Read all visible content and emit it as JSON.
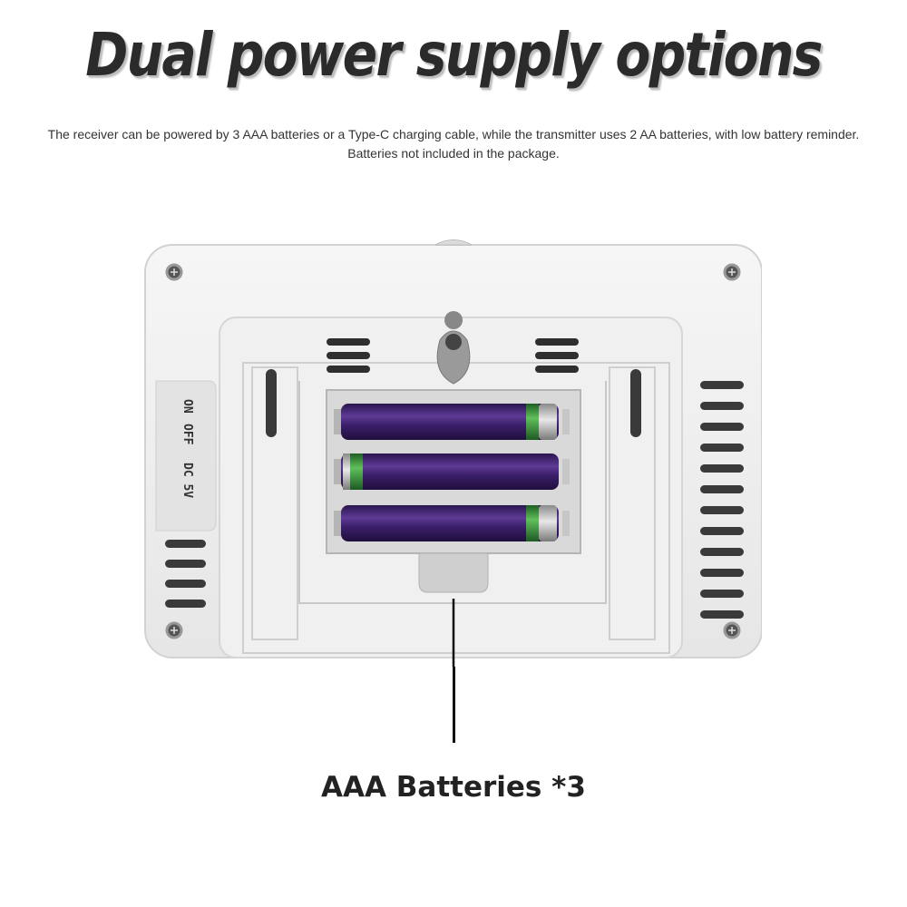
{
  "headline": "Dual power supply options",
  "description": "The receiver can be powered by 3 AAA batteries or a Type-C charging cable, while the transmitter uses 2 AA batteries, with low battery reminder.  Batteries not included in the package.",
  "switch_labels": [
    "ON",
    "OFF",
    "DC 5V"
  ],
  "callout_label": "AAA Batteries *3",
  "battery_count": 3,
  "colors": {
    "casing": "#efefef",
    "battery": "#4b2a7a",
    "battery_band": "#2f8f3a",
    "text_dark": "#2b2b2b"
  }
}
